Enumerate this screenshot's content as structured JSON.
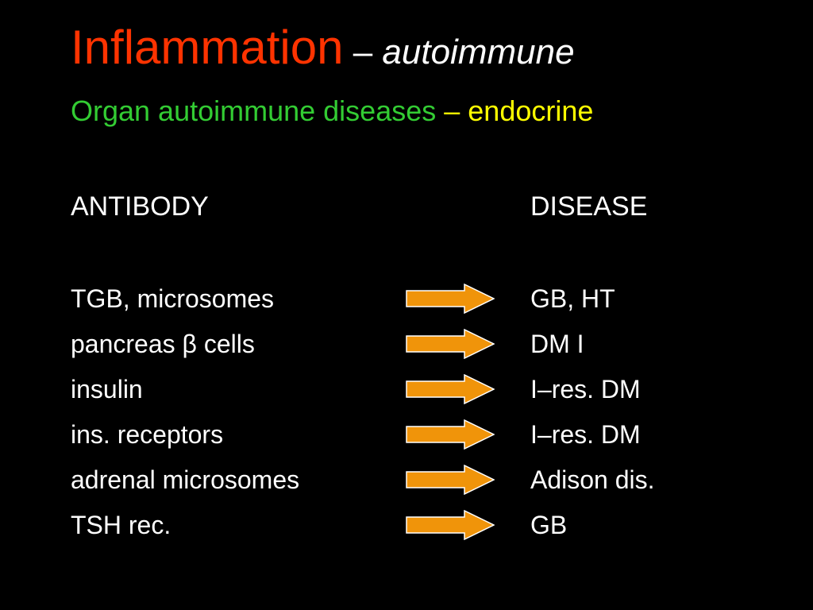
{
  "title": {
    "main": "Inflammation",
    "dash": " – ",
    "sub": "autoimmune"
  },
  "subtitle": {
    "green": "Organ autoimmune diseases",
    "dash": "  – ",
    "yellow": "endocrine"
  },
  "columns": {
    "left": "ANTIBODY",
    "right": "DISEASE"
  },
  "arrow_color": "#f0940a",
  "arrow_icon": "right-arrow-icon",
  "rows": [
    {
      "antibody": "TGB, microsomes",
      "disease": "GB, HT"
    },
    {
      "antibody": "pancreas β cells",
      "disease": "DM I"
    },
    {
      "antibody": "insulin",
      "disease": "I–res. DM"
    },
    {
      "antibody": "ins. receptors",
      "disease": "I–res. DM"
    },
    {
      "antibody": "adrenal microsomes",
      "disease": "Adison dis."
    },
    {
      "antibody": "TSH rec.",
      "disease": "GB"
    }
  ]
}
